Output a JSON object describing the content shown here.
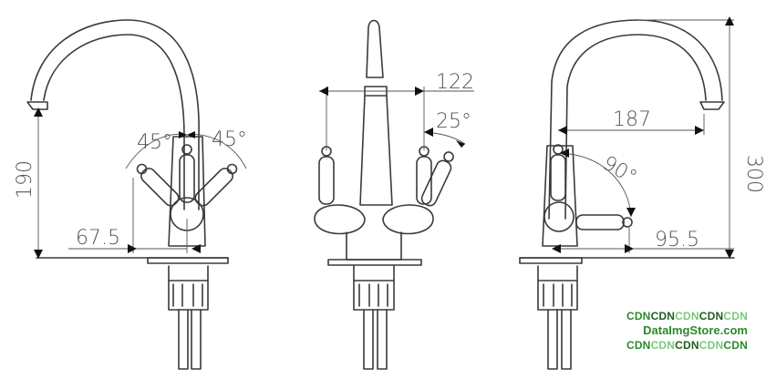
{
  "dimensions": {
    "left_angle_a": "45°",
    "left_angle_b": "45°",
    "left_height": "190",
    "left_offset": "67.5",
    "center_width": "122",
    "center_angle": "25°",
    "right_reach": "187",
    "right_angle": "90°",
    "right_offset": "95.5",
    "right_height": "300"
  },
  "watermark": {
    "row1": [
      "CDN",
      "CDN",
      "CDN",
      "CDN",
      "CDN"
    ],
    "store": "DataImgStore.com",
    "row3": [
      "CDN",
      "CDN",
      "CDN",
      "CDN",
      "CDN"
    ]
  },
  "colors": {
    "line": "#3a3a3a",
    "text": "#555555",
    "watermark_green": "#2b8a2b"
  }
}
